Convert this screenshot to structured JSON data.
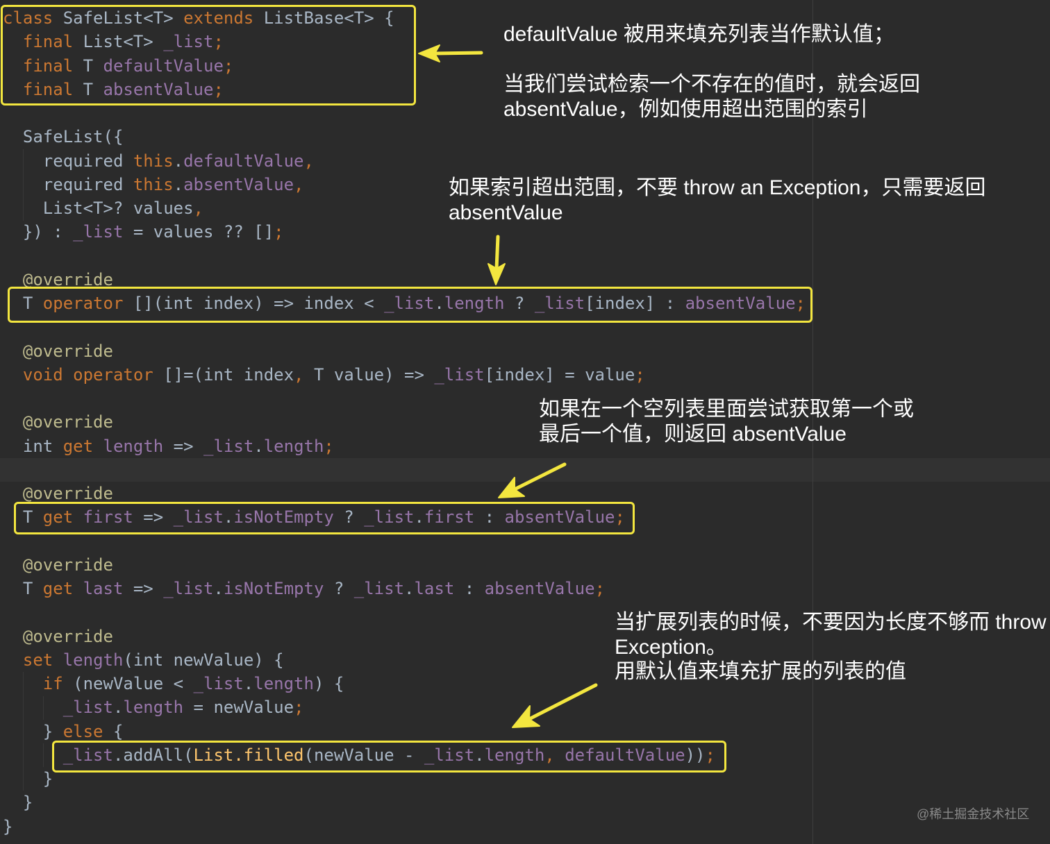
{
  "editor": {
    "lines": [
      [
        {
          "kw": "class"
        },
        {
          "txt": " SafeList<T> "
        },
        {
          "kw": "extends"
        },
        {
          "txt": " ListBase<T> {"
        }
      ],
      [
        {
          "txt": "  "
        },
        {
          "kw": "final"
        },
        {
          "txt": " List<T> "
        },
        {
          "fld": "_list"
        },
        {
          "punct": ";"
        }
      ],
      [
        {
          "txt": "  "
        },
        {
          "kw": "final"
        },
        {
          "txt": " T "
        },
        {
          "fld": "defaultValue"
        },
        {
          "punct": ";"
        }
      ],
      [
        {
          "txt": "  "
        },
        {
          "kw": "final"
        },
        {
          "txt": " T "
        },
        {
          "fld": "absentValue"
        },
        {
          "punct": ";"
        }
      ],
      [],
      [
        {
          "txt": "  SafeList({"
        }
      ],
      [
        {
          "txt": "    required "
        },
        {
          "kw": "this"
        },
        {
          "txt": "."
        },
        {
          "fld": "defaultValue"
        },
        {
          "punct": ","
        }
      ],
      [
        {
          "txt": "    required "
        },
        {
          "kw": "this"
        },
        {
          "txt": "."
        },
        {
          "fld": "absentValue"
        },
        {
          "punct": ","
        }
      ],
      [
        {
          "txt": "    List<T>? values"
        },
        {
          "punct": ","
        }
      ],
      [
        {
          "txt": "  }) : "
        },
        {
          "fld": "_list"
        },
        {
          "txt": " = values ?? []"
        },
        {
          "punct": ";"
        }
      ],
      [],
      [
        {
          "txt": "  "
        },
        {
          "meta": "@override"
        }
      ],
      [
        {
          "txt": "  T "
        },
        {
          "kw": "operator"
        },
        {
          "txt": " [](int index) => index < "
        },
        {
          "fld": "_list"
        },
        {
          "txt": "."
        },
        {
          "fld": "length"
        },
        {
          "txt": " ? "
        },
        {
          "fld": "_list"
        },
        {
          "txt": "[index] : "
        },
        {
          "fld": "absentValue"
        },
        {
          "punct": ";"
        }
      ],
      [],
      [
        {
          "txt": "  "
        },
        {
          "meta": "@override"
        }
      ],
      [
        {
          "txt": "  "
        },
        {
          "kw": "void"
        },
        {
          "txt": " "
        },
        {
          "kw": "operator"
        },
        {
          "txt": " []=(int index"
        },
        {
          "punct": ","
        },
        {
          "txt": " T value) => "
        },
        {
          "fld": "_list"
        },
        {
          "txt": "[index] = value"
        },
        {
          "punct": ";"
        }
      ],
      [],
      [
        {
          "txt": "  "
        },
        {
          "meta": "@override"
        }
      ],
      [
        {
          "txt": "  int "
        },
        {
          "kw": "get"
        },
        {
          "txt": " "
        },
        {
          "fld": "length"
        },
        {
          "txt": " => "
        },
        {
          "fld": "_list"
        },
        {
          "txt": "."
        },
        {
          "fld": "length"
        },
        {
          "punct": ";"
        }
      ],
      [],
      [
        {
          "txt": "  "
        },
        {
          "meta": "@override"
        }
      ],
      [
        {
          "txt": "  T "
        },
        {
          "kw": "get"
        },
        {
          "txt": " "
        },
        {
          "fld": "first"
        },
        {
          "txt": " => "
        },
        {
          "fld": "_list"
        },
        {
          "txt": "."
        },
        {
          "fld": "isNotEmpty"
        },
        {
          "txt": " ? "
        },
        {
          "fld": "_list"
        },
        {
          "txt": "."
        },
        {
          "fld": "first"
        },
        {
          "txt": " : "
        },
        {
          "fld": "absentValue"
        },
        {
          "punct": ";"
        }
      ],
      [],
      [
        {
          "txt": "  "
        },
        {
          "meta": "@override"
        }
      ],
      [
        {
          "txt": "  T "
        },
        {
          "kw": "get"
        },
        {
          "txt": " "
        },
        {
          "fld": "last"
        },
        {
          "txt": " => "
        },
        {
          "fld": "_list"
        },
        {
          "txt": "."
        },
        {
          "fld": "isNotEmpty"
        },
        {
          "txt": " ? "
        },
        {
          "fld": "_list"
        },
        {
          "txt": "."
        },
        {
          "fld": "last"
        },
        {
          "txt": " : "
        },
        {
          "fld": "absentValue"
        },
        {
          "punct": ";"
        }
      ],
      [],
      [
        {
          "txt": "  "
        },
        {
          "meta": "@override"
        }
      ],
      [
        {
          "txt": "  "
        },
        {
          "kw": "set"
        },
        {
          "txt": " "
        },
        {
          "fld": "length"
        },
        {
          "txt": "(int newValue) {"
        }
      ],
      [
        {
          "txt": "    "
        },
        {
          "kw": "if"
        },
        {
          "txt": " (newValue < "
        },
        {
          "fld": "_list"
        },
        {
          "txt": "."
        },
        {
          "fld": "length"
        },
        {
          "txt": ") {"
        }
      ],
      [
        {
          "txt": "      "
        },
        {
          "fld": "_list"
        },
        {
          "txt": "."
        },
        {
          "fld": "length"
        },
        {
          "txt": " = newValue"
        },
        {
          "punct": ";"
        }
      ],
      [
        {
          "txt": "    } "
        },
        {
          "kw": "else"
        },
        {
          "txt": " {"
        }
      ],
      [
        {
          "txt": "      "
        },
        {
          "fld": "_list"
        },
        {
          "txt": ".addAll("
        },
        {
          "fn": "List.filled"
        },
        {
          "txt": "(newValue - "
        },
        {
          "fld": "_list"
        },
        {
          "txt": "."
        },
        {
          "fld": "length"
        },
        {
          "punct": ","
        },
        {
          "txt": " "
        },
        {
          "fld": "defaultValue"
        },
        {
          "txt": "))"
        },
        {
          "punct": ";"
        }
      ],
      [
        {
          "txt": "    }"
        }
      ],
      [
        {
          "txt": "  }"
        }
      ],
      [
        {
          "txt": "}"
        }
      ]
    ]
  },
  "annotations": {
    "default_value": [
      "defaultValue 被用来填充列表当作默认值；"
    ],
    "absent_value": [
      "当我们尝试检索一个不存在的值时，就会返回",
      "absentValue，例如使用超出范围的索引"
    ],
    "index_out_of_range": [
      "如果索引超出范围，不要 throw an Exception，只需要返回",
      "absentValue"
    ],
    "empty_list": [
      "如果在一个空列表里面尝试获取第一个或",
      "最后一个值，则返回 absentValue"
    ],
    "extend_length": [
      "当扩展列表的时候，不要因为长度不够而 throw",
      "Exception。",
      "用默认值来填充扩展的列表的值"
    ]
  },
  "watermark": "@稀土掘金技术社区",
  "colors": {
    "background": "#2b2b2b",
    "current_line": "#323232",
    "plain": "#a9b7c6",
    "keyword": "#cc7832",
    "field": "#9876aa",
    "metadata": "#bfbb8e",
    "function": "#ffc66d",
    "highlight_accent": "#f3e63f",
    "annotation_text": "#ffffff",
    "watermark": "#8a8a8a",
    "margin_guide": "#3e3e3e",
    "indent_guide": "#383838"
  }
}
